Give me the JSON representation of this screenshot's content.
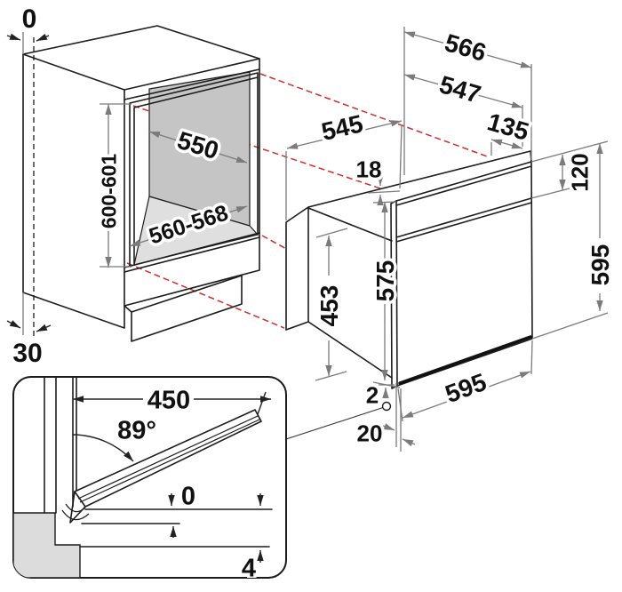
{
  "title": "Built-in oven installation dimensions diagram",
  "units": "mm",
  "colors": {
    "line": "#1c1c1c",
    "dimension_line": "#7b7b7b",
    "projection_line": "#d42b2b",
    "niche_wall": "#c5c5c5",
    "niche_floor": "#dfdfdf",
    "plinth_section": "#dcdcdc",
    "background": "#ffffff"
  },
  "cabinet": {
    "dims": {
      "top_gap": "0",
      "plinth_gap": "30",
      "niche_depth": "550",
      "niche_height": "600-601",
      "niche_width": "560-568"
    }
  },
  "oven": {
    "dims": {
      "width_overall": "566",
      "width_body": "547",
      "control_depth": "135",
      "depth": "545",
      "frame_overlap_top": "18",
      "control_height": "120",
      "height": "595",
      "door_height": "575",
      "body_height": "453",
      "width_front": "595",
      "frame_overlap_bottom": "2",
      "bottom_recess": "20"
    }
  },
  "detail": {
    "dims": {
      "door_reach": "450",
      "door_angle": "89°",
      "clearance_zero": "0",
      "clearance_floor": "4"
    }
  }
}
